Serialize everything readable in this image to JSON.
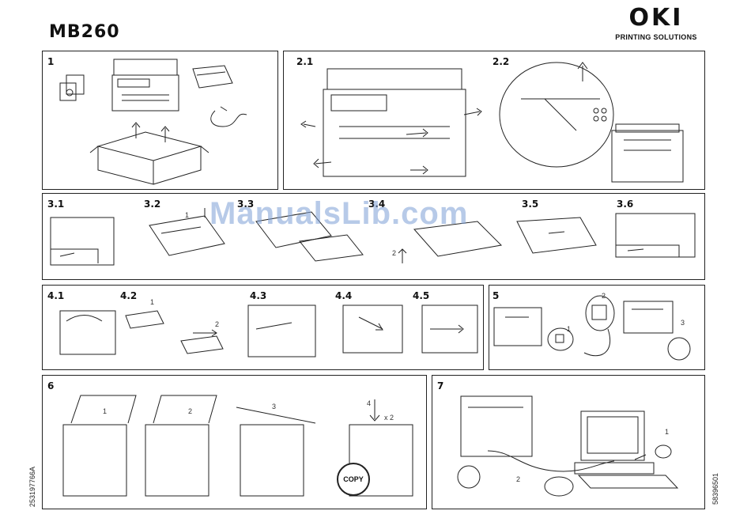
{
  "header": {
    "title": "MB260",
    "brand": "OKI",
    "brand_sub": "PRINTING SOLUTIONS"
  },
  "watermark": "ManualsLib.com",
  "codes": {
    "left": "253197766A",
    "right": "58396501"
  },
  "panels": {
    "p1": {
      "label": "1"
    },
    "p2": {
      "label_a": "2.1",
      "label_b": "2.2"
    },
    "p3": {
      "labels": [
        "3.1",
        "3.2",
        "3.3",
        "3.4",
        "3.5",
        "3.6"
      ],
      "nums": [
        "1",
        "2"
      ]
    },
    "p4": {
      "labels": [
        "4.1",
        "4.2",
        "4.3",
        "4.4",
        "4.5"
      ],
      "nums": [
        "1",
        "2"
      ]
    },
    "p5": {
      "label": "5",
      "nums": [
        "1",
        "2",
        "3"
      ]
    },
    "p6": {
      "label": "6",
      "nums": [
        "1",
        "2",
        "3",
        "4"
      ],
      "times": "x 2",
      "copy": "COPY"
    },
    "p7": {
      "label": "7",
      "nums": [
        "1",
        "2"
      ]
    }
  },
  "colors": {
    "line": "#222222",
    "watermark": "#7ea0d6"
  }
}
